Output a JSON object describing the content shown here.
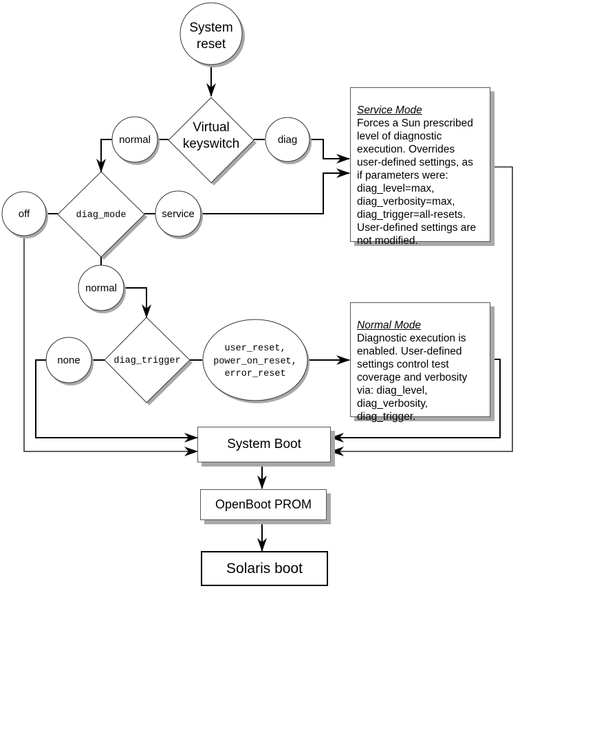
{
  "nodes": {
    "system_reset": {
      "line1": "System",
      "line2": "reset"
    },
    "virtual_keyswitch": {
      "line1": "Virtual",
      "line2": "keyswitch"
    },
    "keyswitch_normal": "normal",
    "keyswitch_diag": "diag",
    "diag_mode": "diag_mode",
    "diag_mode_off": "off",
    "diag_mode_service": "service",
    "diag_mode_normal": "normal",
    "diag_trigger": "diag_trigger",
    "trigger_none": "none",
    "trigger_values": {
      "line1": "user_reset,",
      "line2": "power_on_reset,",
      "line3": "error_reset"
    },
    "system_boot": "System Boot",
    "openboot_prom": "OpenBoot PROM",
    "solaris_boot": "Solaris boot"
  },
  "notes": {
    "service_mode": {
      "title": "Service Mode",
      "body": "Forces a Sun prescribed\nlevel of diagnostic\nexecution.  Overrides\nuser-defined settings, as\nif parameters were:\ndiag_level=max,\ndiag_verbosity=max,\ndiag_trigger=all-resets.\nUser-defined settings are\nnot modified."
    },
    "normal_mode": {
      "title": "Normal Mode",
      "body": "Diagnostic execution is\nenabled.  User-defined\nsettings control test\ncoverage and verbosity\nvia: diag_level,\ndiag_verbosity,\ndiag_trigger."
    }
  }
}
